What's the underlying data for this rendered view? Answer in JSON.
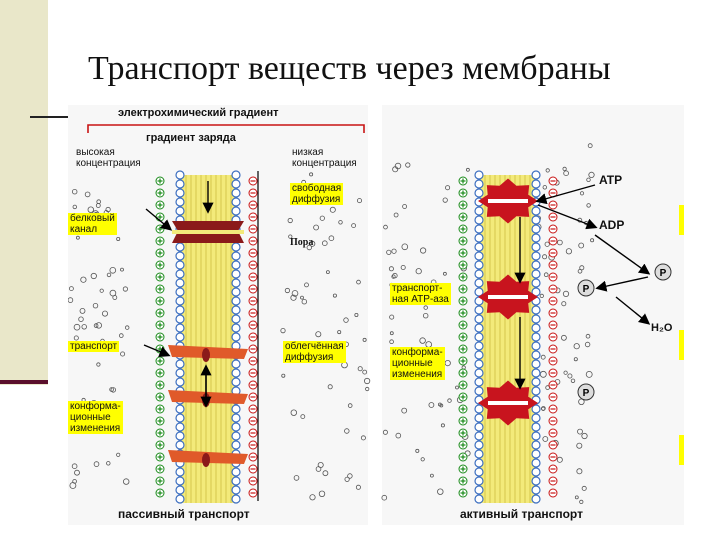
{
  "slide": {
    "title": "Транспорт веществ через мембраны"
  },
  "passive": {
    "gradient_electrochemical": "электрохимический градиент",
    "gradient_charge": "градиент заряда",
    "high_conc": "высокая\nконцентрация",
    "low_conc": "низкая\nконцентрация",
    "free_diffusion": "свободная\nдиффузия",
    "protein_channel": "белковый\nканал",
    "pore": "Пора",
    "transporter": "транспорт",
    "facilitated_diffusion": "облегчённая\nдиффузия",
    "conformational": "конформа-\nционные\nизменения",
    "caption": "пассивный транспорт"
  },
  "active": {
    "atp": "ATP",
    "adp": "ADP",
    "p": "P",
    "h2o": "H₂O",
    "atpase": "транспорт-\nная АТР-аза",
    "conformational": "конформа-\nционные\nизменения",
    "caption": "активный транспорт"
  },
  "colors": {
    "yellow": "#ffff00",
    "protein_red": "#c8141e",
    "membrane_yellow": "#f3ea7a",
    "bead_blue": "#3d6fc0",
    "sidebar": "#e9e7c9",
    "accent_line": "#5a0f2c"
  }
}
